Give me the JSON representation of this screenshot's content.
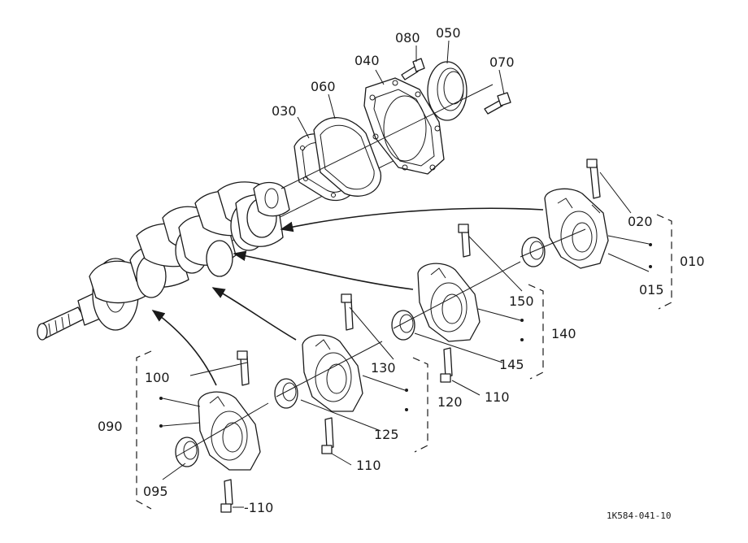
{
  "diagram": {
    "ref_code": "1K584-041-10",
    "labels": {
      "p010": "010",
      "p015": "015",
      "p020": "020",
      "p030": "030",
      "p040": "040",
      "p050": "050",
      "p060": "060",
      "p070": "070",
      "p080": "080",
      "p090": "090",
      "p095": "095",
      "p100": "100",
      "p110a": "110",
      "p110b": "110",
      "p110c": "-110",
      "p120": "120",
      "p125": "125",
      "p130": "130",
      "p140": "140",
      "p145": "145",
      "p150": "150"
    }
  }
}
